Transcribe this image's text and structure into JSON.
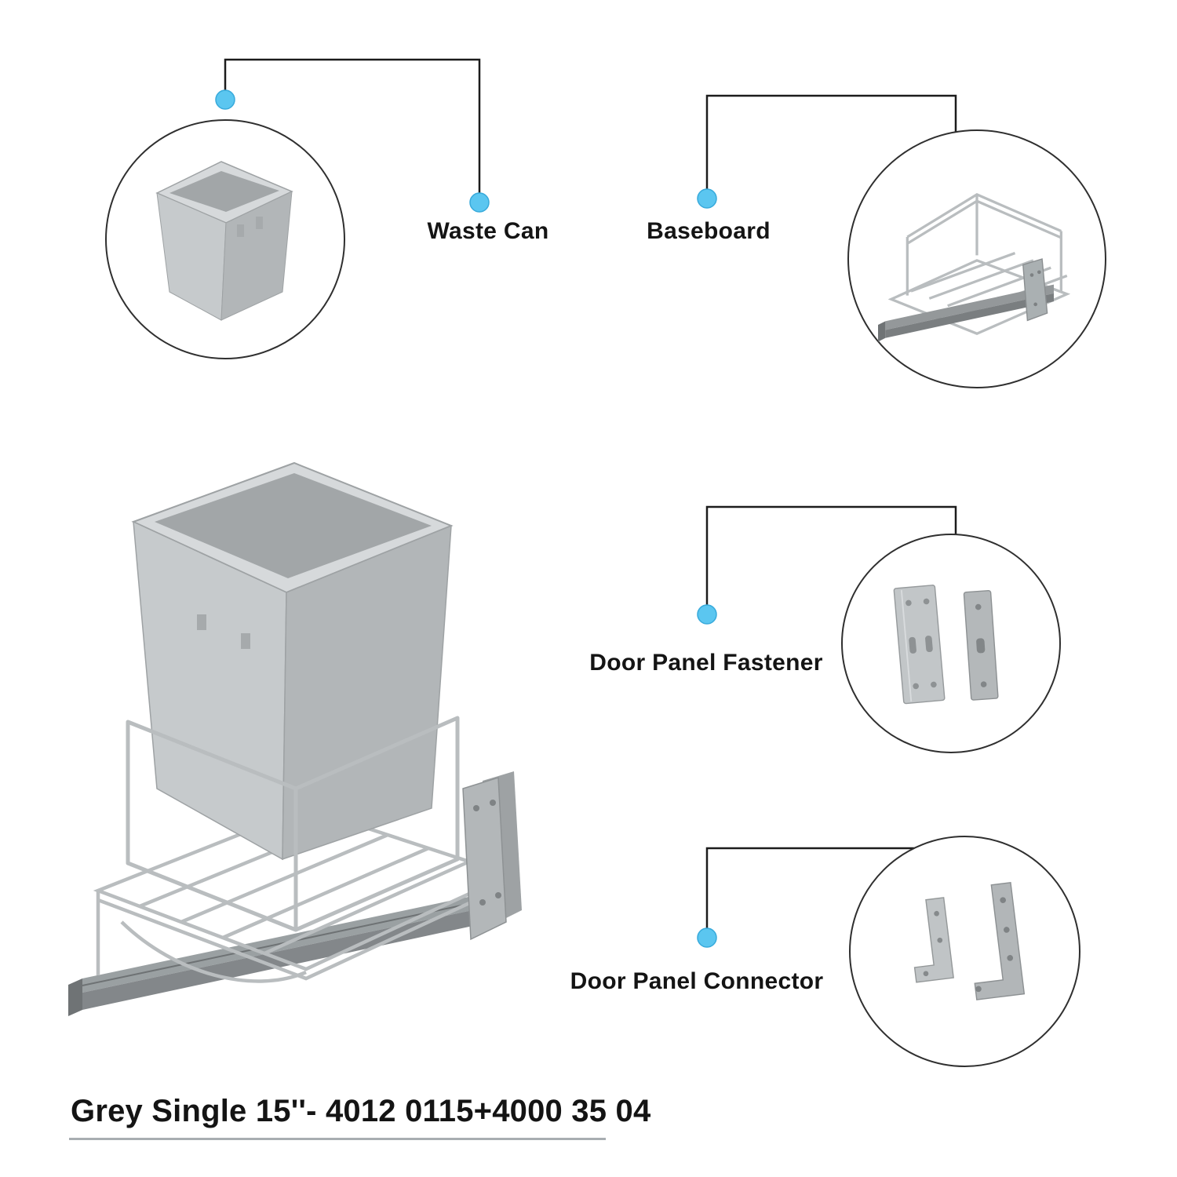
{
  "diagram": {
    "title": "Grey Single 15''- 4012 0115+4000 35 04",
    "parts": [
      {
        "id": "waste-can",
        "label": "Waste Can"
      },
      {
        "id": "baseboard",
        "label": "Baseboard"
      },
      {
        "id": "door-panel-fastener",
        "label": "Door Panel Fastener"
      },
      {
        "id": "door-panel-connector",
        "label": "Door Panel Connector"
      }
    ]
  },
  "colors": {
    "callout_dot": "#5bc6f0",
    "callout_dot_edge": "#38aadb",
    "line": "#1c1c1c",
    "circle_border": "#2f2f2f",
    "product_grey": "#c6cacc",
    "product_grey_dark": "#b2b6b8",
    "product_grey_light": "#d6d9db",
    "product_grey_deep": "#a2a6a8",
    "wire_grey": "#b9bdbf",
    "rail_grey": "#8d9193",
    "underline_grey": "#a8adb1",
    "text": "#141414"
  }
}
